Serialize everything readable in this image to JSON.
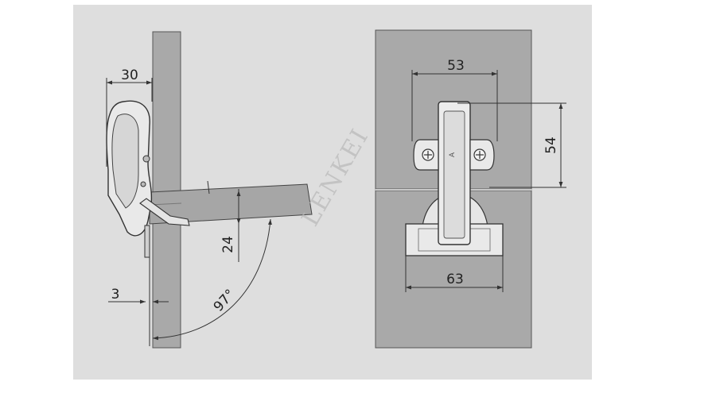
{
  "side_view": {
    "overlay_dim": "30",
    "door_gap_dim": "3",
    "drop_dim": "24",
    "opening_angle": "97°"
  },
  "front_view": {
    "width_top_dim": "53",
    "height_dim": "54",
    "width_plate_dim": "63"
  },
  "watermark": "LENKEI",
  "colors": {
    "background": "#dedede",
    "panel": "#a9a9a9",
    "metal": "#e9e9e9",
    "line": "#333333"
  }
}
